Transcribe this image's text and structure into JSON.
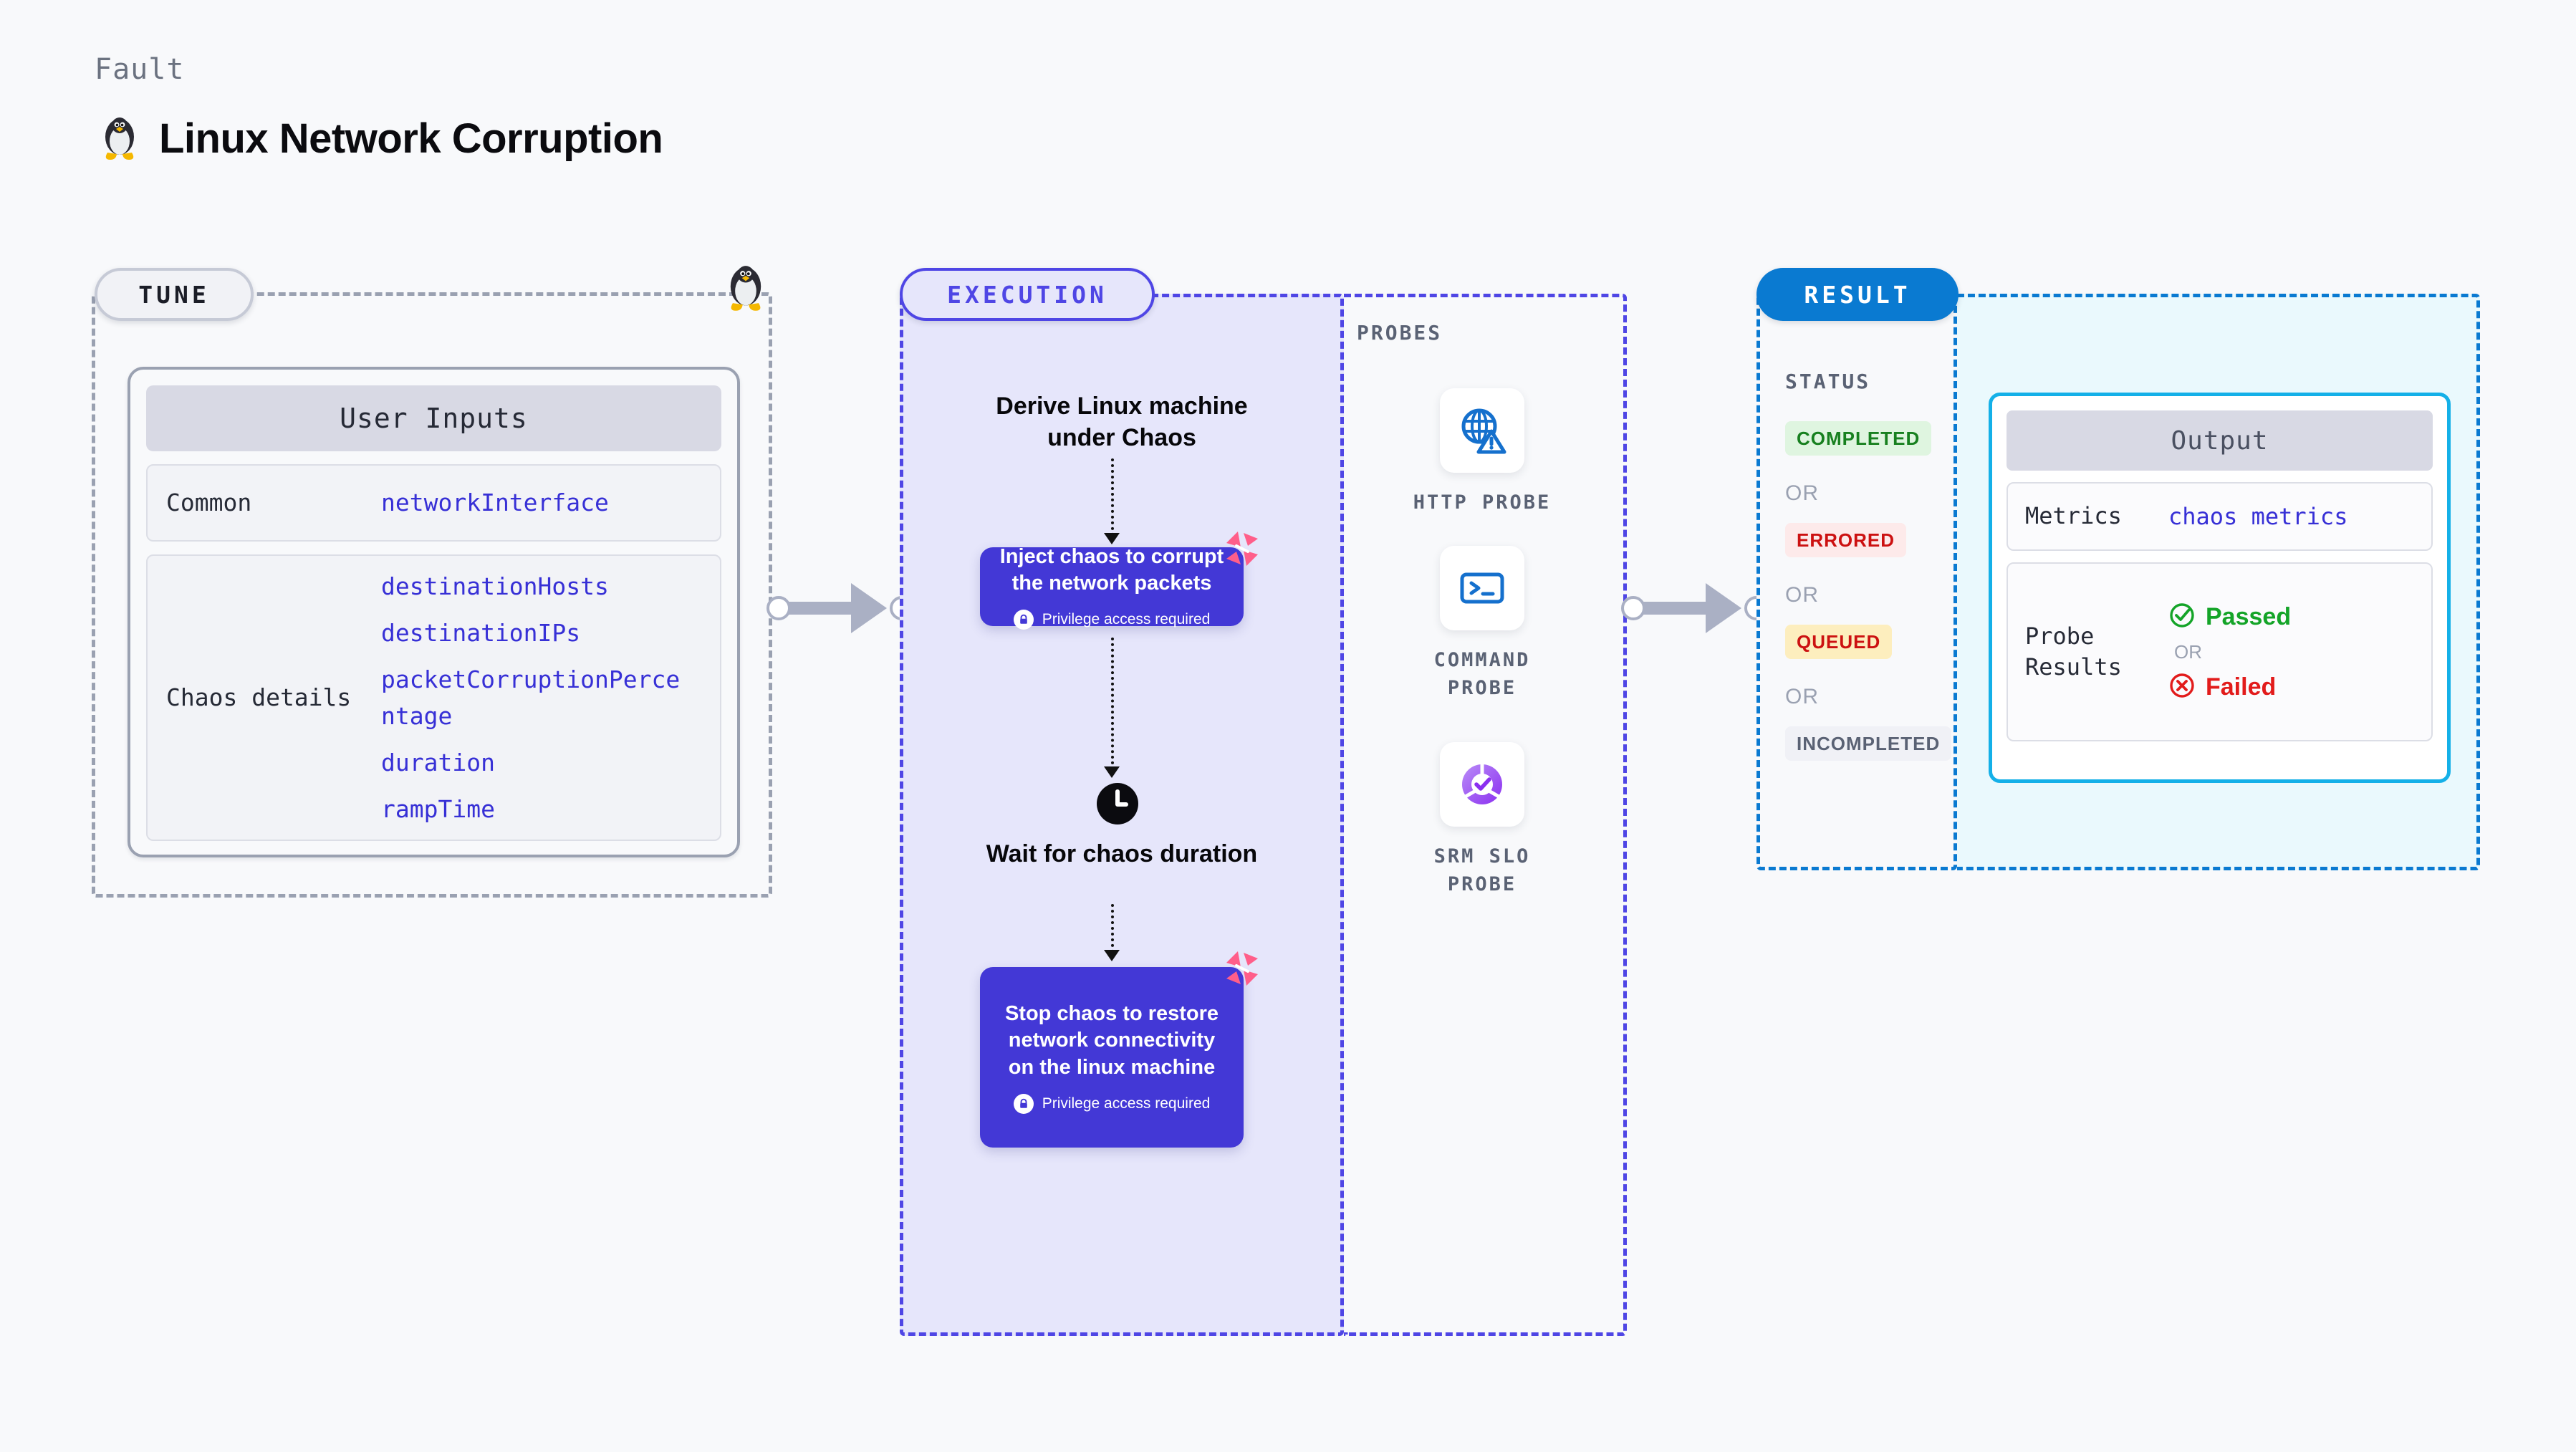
{
  "header": {
    "kicker": "Fault",
    "title": "Linux Network Corruption",
    "icon": "linux-tux-icon"
  },
  "tune": {
    "pill_label": "TUNE",
    "card_title": "User Inputs",
    "rows": [
      {
        "label": "Common",
        "values": [
          "networkInterface"
        ]
      },
      {
        "label": "Chaos details",
        "values": [
          "destinationHosts",
          "destinationIPs",
          "packetCorruptionPercentage",
          "duration",
          "rampTime"
        ]
      }
    ]
  },
  "execution": {
    "pill_label": "EXECUTION",
    "step_derive": "Derive Linux machine under Chaos",
    "step_inject": "Inject chaos to corrupt the network packets",
    "step_wait": "Wait for chaos duration",
    "step_stop": "Stop chaos to restore network connectivity on the linux machine",
    "privilege_note": "Privilege access required",
    "clock_icon": "clock-icon",
    "harness_icon": "harness-logo-icon"
  },
  "probes": {
    "section_label": "PROBES",
    "items": [
      {
        "label": "HTTP PROBE",
        "icon": "globe-warning-icon"
      },
      {
        "label": "COMMAND PROBE",
        "icon": "terminal-icon"
      },
      {
        "label": "SRM SLO PROBE",
        "icon": "slo-donut-check-icon"
      }
    ]
  },
  "result": {
    "pill_label": "RESULT",
    "status_label": "STATUS",
    "or_label": "OR",
    "statuses": [
      {
        "label": "COMPLETED",
        "bg": "#dff5e0",
        "fg": "#17801f"
      },
      {
        "label": "ERRORED",
        "bg": "#fdeaea",
        "fg": "#cc1111"
      },
      {
        "label": "QUEUED",
        "bg": "#fdeebe",
        "fg": "#cc1111"
      },
      {
        "label": "INCOMPLETED",
        "bg": "#f0f1f6",
        "fg": "#5a6274"
      }
    ],
    "output": {
      "card_title": "Output",
      "metrics_label": "Metrics",
      "metrics_value": "chaos metrics",
      "probe_results_label": "Probe Results",
      "passed_label": "Passed",
      "failed_label": "Failed",
      "or_label": "OR"
    }
  },
  "colors": {
    "accent_indigo": "#4f46e5",
    "accent_blue": "#0a7ad1",
    "accent_cyan": "#14b0e8",
    "chaos_box": "#4338d6",
    "harness_pink": "#ff5e8a",
    "page_bg": "#f8f9fb"
  }
}
